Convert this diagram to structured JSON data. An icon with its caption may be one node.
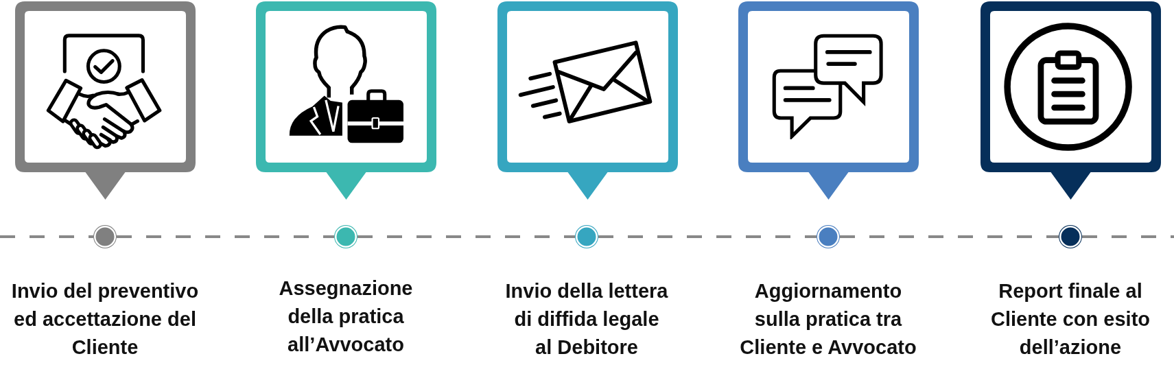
{
  "diagram": {
    "nodes": [
      {
        "text": [],
        "shape": "picture"
      },
      {
        "text": [],
        "shape": "picture"
      },
      {
        "text": [],
        "shape": "picture"
      },
      {
        "text": [],
        "shape": "picture"
      },
      {
        "text": [],
        "shape": "picture"
      },
      {
        "text": [],
        "shape": "circle",
        "beside": [
          "Invio del preventivo ed accettazione del Cliente"
        ]
      },
      {
        "text": [],
        "shape": "circle",
        "beside": [
          "Assegnazione della pratica all’Avvocato"
        ]
      },
      {
        "text": [],
        "shape": "circle",
        "beside": [
          "Invio della lettera di diffida legale al Debitore"
        ]
      },
      {
        "text": [],
        "shape": "circle",
        "beside": [
          "Aggiornamento sulla pratica tra Cliente e Avvocato"
        ]
      },
      {
        "text": [],
        "shape": "circle",
        "beside": [
          "Report finale al Cliente con esito dell’azione"
        ]
      }
    ],
    "edges": [
      {
        "from": null,
        "to": 5,
        "arrow": "none",
        "style": "dashed"
      },
      {
        "from": 5,
        "to": 6,
        "arrow": "none",
        "style": "dashed"
      },
      {
        "from": 6,
        "to": 7,
        "arrow": "none",
        "style": "dashed"
      },
      {
        "from": 7,
        "to": 8,
        "arrow": "none",
        "style": "dashed"
      },
      {
        "from": 8,
        "to": 9,
        "arrow": "none",
        "style": "dashed"
      },
      {
        "from": 9,
        "to": null,
        "arrow": "none",
        "style": "dashed"
      }
    ]
  }
}
